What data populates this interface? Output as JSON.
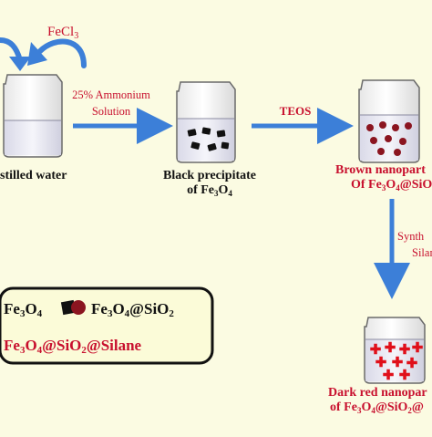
{
  "reagents": {
    "fecl3": {
      "base": "FeCl",
      "sub": "3"
    },
    "ammonium_line1": "25% Ammonium",
    "ammonium_line2": "Solution",
    "teos": "TEOS",
    "synth_line1": "Synth",
    "synth_line2": "Silan"
  },
  "captions": {
    "distilled_water": "stilled water",
    "black_line1": "Black precipitate",
    "black_line2": {
      "pre": "of Fe",
      "s1": "3",
      "mid": "O",
      "s2": "4"
    },
    "brown_line1": "Brown nanopart",
    "brown_line2": {
      "pre": "Of Fe",
      "s1": "3",
      "mid": "O",
      "s2": "4",
      "post": "@SiO"
    },
    "darkred_line1": "Dark red nanopar",
    "darkred_line2": {
      "pre": "of Fe",
      "s1": "3",
      "mid": "O",
      "s2": "4",
      "post": "@SiO",
      "s3": "2",
      "end": "@"
    }
  },
  "legend": {
    "item1": {
      "pre": "Fe",
      "s1": "3",
      "mid": "O",
      "s2": "4"
    },
    "item2": {
      "pre": "Fe",
      "s1": "3",
      "mid": "O",
      "s2": "4",
      "post": "@SiO",
      "s3": "2"
    },
    "item3": {
      "pre": "Fe",
      "s1": "3",
      "mid": "O",
      "s2": "4",
      "post": "@SiO",
      "s3": "2",
      "end": "@Silane"
    }
  },
  "colors": {
    "background": "#fbfbe2",
    "arrow": "#3c7fd8",
    "reagent_text": "#c8102e",
    "caption_black": "#111111",
    "caption_red": "#c8102e",
    "particle_black": "#111111",
    "particle_brown": "#8b1520",
    "particle_red": "#e0101a",
    "legend_bg": "#fbfbd8"
  }
}
